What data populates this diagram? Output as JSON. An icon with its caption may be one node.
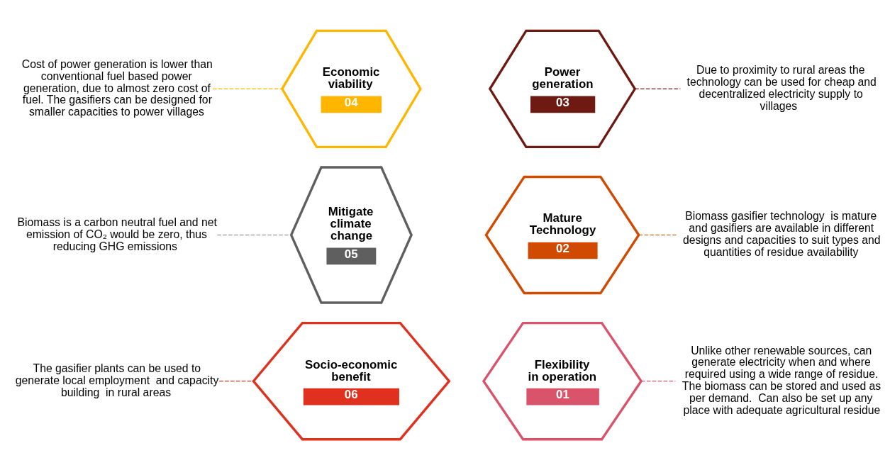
{
  "diagram": {
    "nodes": [
      {
        "text": [
          "Flexibility in operation",
          "01"
        ]
      },
      {
        "text": [
          "Mature Technology",
          "02"
        ]
      },
      {
        "text": [
          "Power generation",
          "03"
        ]
      },
      {
        "text": [
          "Economic viability",
          "04"
        ]
      },
      {
        "text": [
          "Mitigate climate change",
          "05"
        ]
      },
      {
        "text": [
          "Socio-economic benefit",
          "06"
        ]
      },
      {
        "text": [
          "The gasifier plants can be used to generate local employment  and capacity building  in rural areas"
        ]
      },
      {
        "text": [
          "Unlike other renewable sources, can generate electricity when and where required using a wide range of residue. The biomass can be stored and used as per demand.  Can also be set up any place with adequate agricultural residue"
        ]
      },
      {
        "text": [
          "Biomass gasifier technology  is mature and gasifiers are available in different designs and capacities to suit types and quantities of residue availability"
        ]
      },
      {
        "text": [
          "Biomass is a carbon neutral fuel and net emission of CO₂ would be zero, thus reducing GHG emissions"
        ]
      },
      {
        "text": [
          "Due to proximity to rural areas the technology can be used for cheap and decentralized electricity supply to villages"
        ]
      },
      {
        "text": [
          "Cost of power generation is lower than conventional fuel based power generation, due to almost zero cost of fuel. The gasifiers can be designed for smaller capacities to power villages"
        ]
      }
    ],
    "edges": [
      {
        "from": 6,
        "to": 5,
        "arrow": "none",
        "style": "dashed",
        "color": "#e0301e"
      },
      {
        "from": 0,
        "to": 7,
        "arrow": "none",
        "style": "dashed",
        "color": "#d9536a"
      },
      {
        "from": 1,
        "to": 8,
        "arrow": "none",
        "style": "dashed",
        "color": "#d04a02"
      },
      {
        "from": 9,
        "to": 4,
        "arrow": "none",
        "style": "dashed",
        "color": "#7f7f7f"
      },
      {
        "from": 2,
        "to": 10,
        "arrow": "none",
        "style": "dashed",
        "color": "#6e1a12"
      },
      {
        "from": 11,
        "to": 3,
        "arrow": "none",
        "style": "dashed",
        "color": "#ffb600"
      }
    ]
  }
}
